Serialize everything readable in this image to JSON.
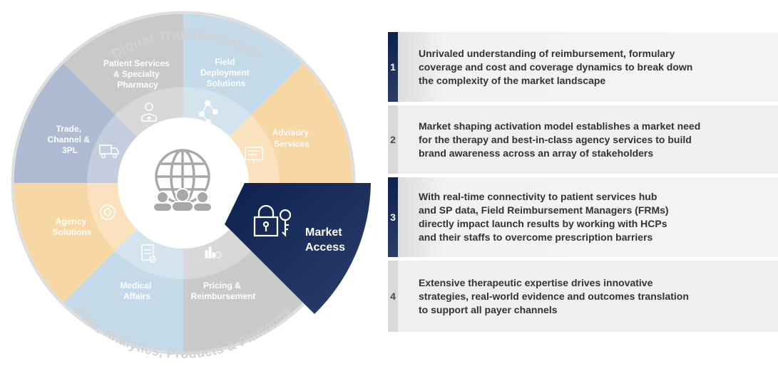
{
  "wheel": {
    "ring_top": "Digital Transformation",
    "ring_bottom": "Data, Analytics, Products & Platforms",
    "segments": {
      "patient_services": [
        "Patient Services",
        "& Specialty",
        "Pharmacy"
      ],
      "field_deployment": [
        "Field",
        "Deployment",
        "Solutions"
      ],
      "advisory": [
        "Advisory",
        "Services"
      ],
      "market_access": [
        "Market",
        "Access"
      ],
      "pricing": [
        "Pricing &",
        "Reimbursement"
      ],
      "medical": [
        "Medical",
        "Affairs"
      ],
      "agency": [
        "Agency",
        "Solutions"
      ],
      "trade": [
        "Trade,",
        "Channel &",
        "3PL"
      ]
    },
    "colors": {
      "gray": "#c9c9c9",
      "blue": "#bcd3e3",
      "orange": "#f7d7a4",
      "navy": "#0d2150",
      "slate": "#aebbd3"
    }
  },
  "panels": [
    {
      "number": "1",
      "lines": [
        "Unrivaled understanding of reimbursement, formulary",
        "coverage and cost and coverage dynamics to break down",
        "the complexity of the market landscape"
      ]
    },
    {
      "number": "2",
      "lines": [
        "Market shaping activation model establishes a market need",
        "for the therapy and best-in-class agency services to build",
        "brand awareness across an array of stakeholders"
      ]
    },
    {
      "number": "3",
      "lines": [
        "With real-time connectivity to patient services hub",
        "and SP data, Field Reimbursement Managers (FRMs)",
        "directly impact launch results by working with HCPs",
        "and their staffs to overcome prescription barriers"
      ]
    },
    {
      "number": "4",
      "lines": [
        "Extensive therapeutic expertise drives innovative",
        "strategies, real-world evidence and outcomes translation",
        "to support all payer channels"
      ]
    }
  ]
}
